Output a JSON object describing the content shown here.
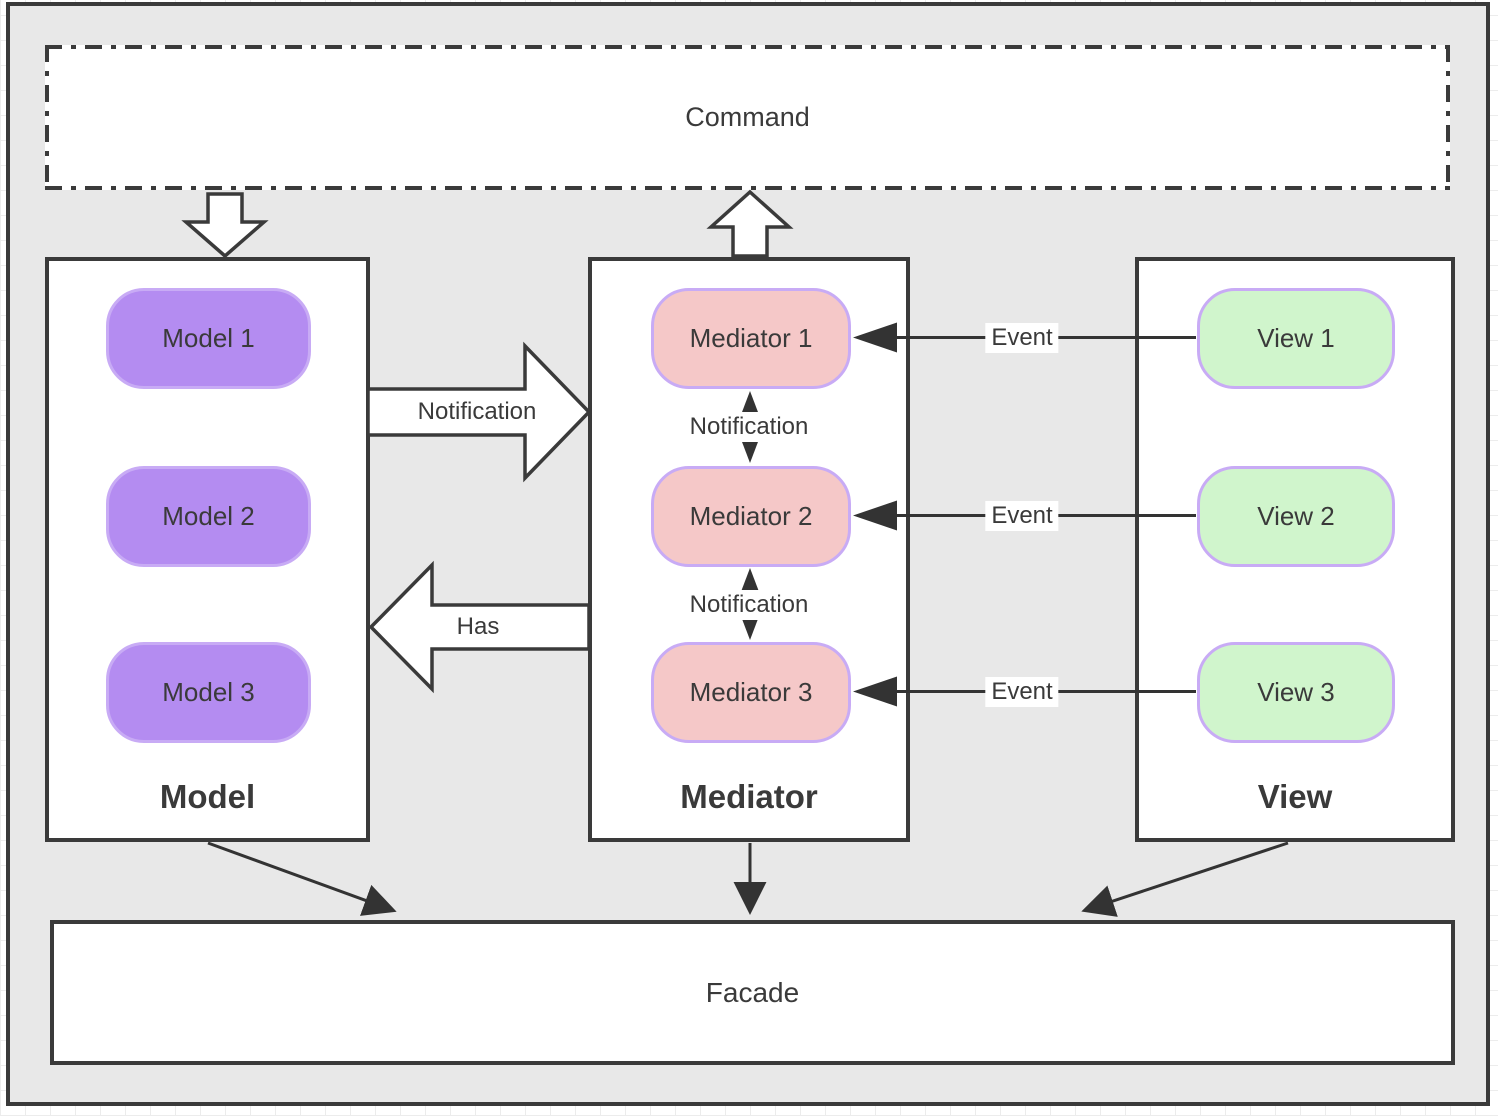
{
  "diagram": {
    "command": {
      "label": "Command"
    },
    "columns": [
      {
        "id": "model",
        "title": "Model",
        "items": [
          "Model 1",
          "Model 2",
          "Model 3"
        ]
      },
      {
        "id": "mediator",
        "title": "Mediator",
        "items": [
          "Mediator 1",
          "Mediator 2",
          "Mediator 3"
        ]
      },
      {
        "id": "view",
        "title": "View",
        "items": [
          "View 1",
          "View 2",
          "View 3"
        ]
      }
    ],
    "facade": {
      "label": "Facade"
    },
    "arrows": {
      "model_to_mediator_label": "Notification",
      "mediator_to_model_label": "Has",
      "mediator_link_labels": [
        "Notification",
        "Notification"
      ],
      "event_labels": [
        "Event",
        "Event",
        "Event"
      ]
    },
    "colors": {
      "background": "#e8e8e8",
      "border": "#3a3a3a",
      "text": "#3a3a3a",
      "model_fill": "#b48cf1",
      "mediator_fill": "#f5c8c8",
      "view_fill": "#d0f5cc",
      "pill_border": "#c8abf5"
    }
  }
}
